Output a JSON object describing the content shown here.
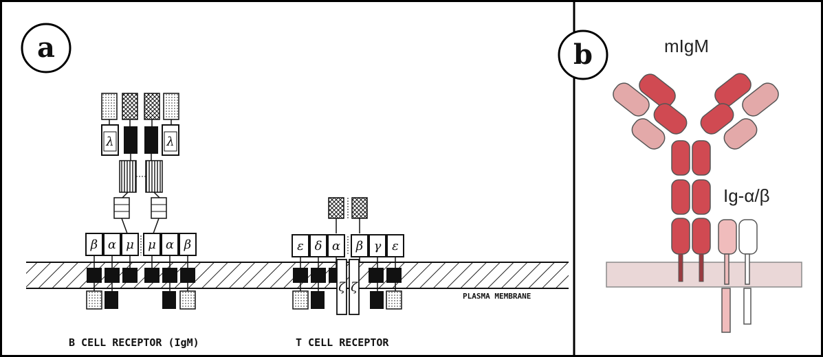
{
  "panel_a": {
    "label": "a",
    "b_cell": {
      "caption": "B CELL RECEPTOR (IgM)",
      "light_chain_left": "λ",
      "light_chain_right": "λ",
      "chains": [
        "β",
        "α",
        "μ",
        "μ",
        "α",
        "β"
      ]
    },
    "t_cell": {
      "caption": "T CELL RECEPTOR",
      "chains": [
        "ε",
        "δ",
        "α",
        "β",
        "γ",
        "ε"
      ],
      "zeta_left": "ζ",
      "zeta_right": "ζ"
    },
    "membrane_label": "PLASMA MEMBRANE"
  },
  "panel_b": {
    "label": "b",
    "title": "mIgM",
    "ig_label": "Ig-α/β",
    "colors": {
      "heavy": "#d04a52",
      "light": "#e3a9a9",
      "alpha": "#f0bcbc",
      "beta": "#ffffff",
      "membrane": "#ead7d7"
    }
  }
}
